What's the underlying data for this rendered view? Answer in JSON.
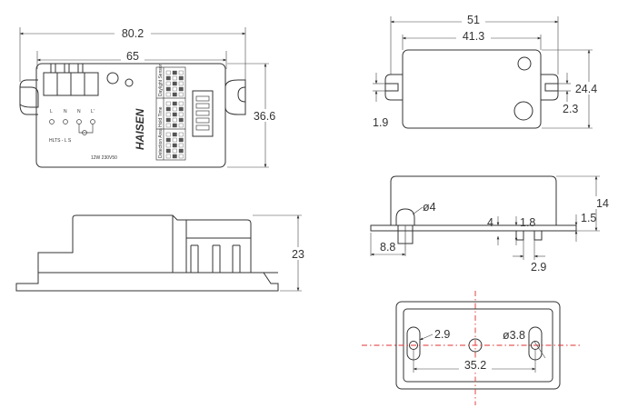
{
  "views": {
    "top": {
      "dim_overall_width": "80.2",
      "dim_mount_spacing": "65",
      "dim_height": "36.6",
      "brand": "HAISEN",
      "terminal_labels": [
        "L",
        "N",
        "N",
        "L'"
      ],
      "model_label": "HLTS - L S",
      "small_print": "12W  230V50",
      "dip_labels": [
        "Daylight Sensor",
        "Hold Time",
        "Detection Area"
      ]
    },
    "side": {
      "dim_height": "23"
    },
    "top_right": {
      "dim_outer_width": "51",
      "dim_inner_width": "41.3",
      "dim_height": "24.4",
      "dim_tab_left": "1.9",
      "dim_tab_right": "2.3"
    },
    "front": {
      "dim_height": "14",
      "dim_diameter": "ø4",
      "dim_4": "4",
      "dim_1_8": "1.8",
      "dim_1_5": "1.5",
      "dim_8_8": "8.8",
      "dim_2_9": "2.9"
    },
    "bottom": {
      "dim_2_9": "2.9",
      "dim_hole": "ø3.8",
      "dim_35_2": "35.2"
    }
  },
  "colors": {
    "line": "#333333",
    "centerline": "#e03030"
  }
}
